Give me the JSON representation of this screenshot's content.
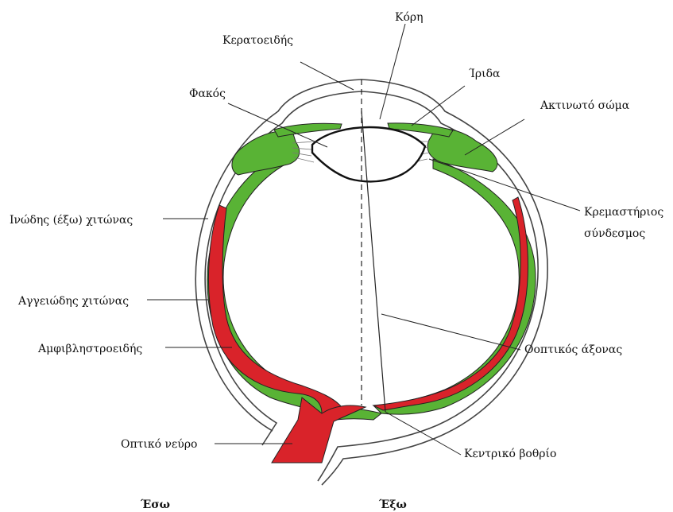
{
  "labels": {
    "cornea": "Κερατοειδής",
    "pupil": "Κόρη",
    "iris": "Ίριδα",
    "lens": "Φακός",
    "ciliary_body": "Ακτινωτό σώμα",
    "sclera": "Ινώδης (έξω) χιτώνας",
    "zonule_line1": "Κρεμαστήριος",
    "zonule_line2": "σύνδεσμος",
    "choroid": "Αγγειώδης χιτώνας",
    "retina": "Αμφιβληστροειδής",
    "optical_axis": "Οοπτικός άξονας",
    "optic_nerve": "Οπτικό νεύρο",
    "fovea": "Κεντρικό βοθρίο",
    "inside": "Έσω",
    "outside": "Έξω"
  },
  "colors": {
    "choroid": "#59b335",
    "retina": "#d9232a",
    "outline": "#222222"
  }
}
